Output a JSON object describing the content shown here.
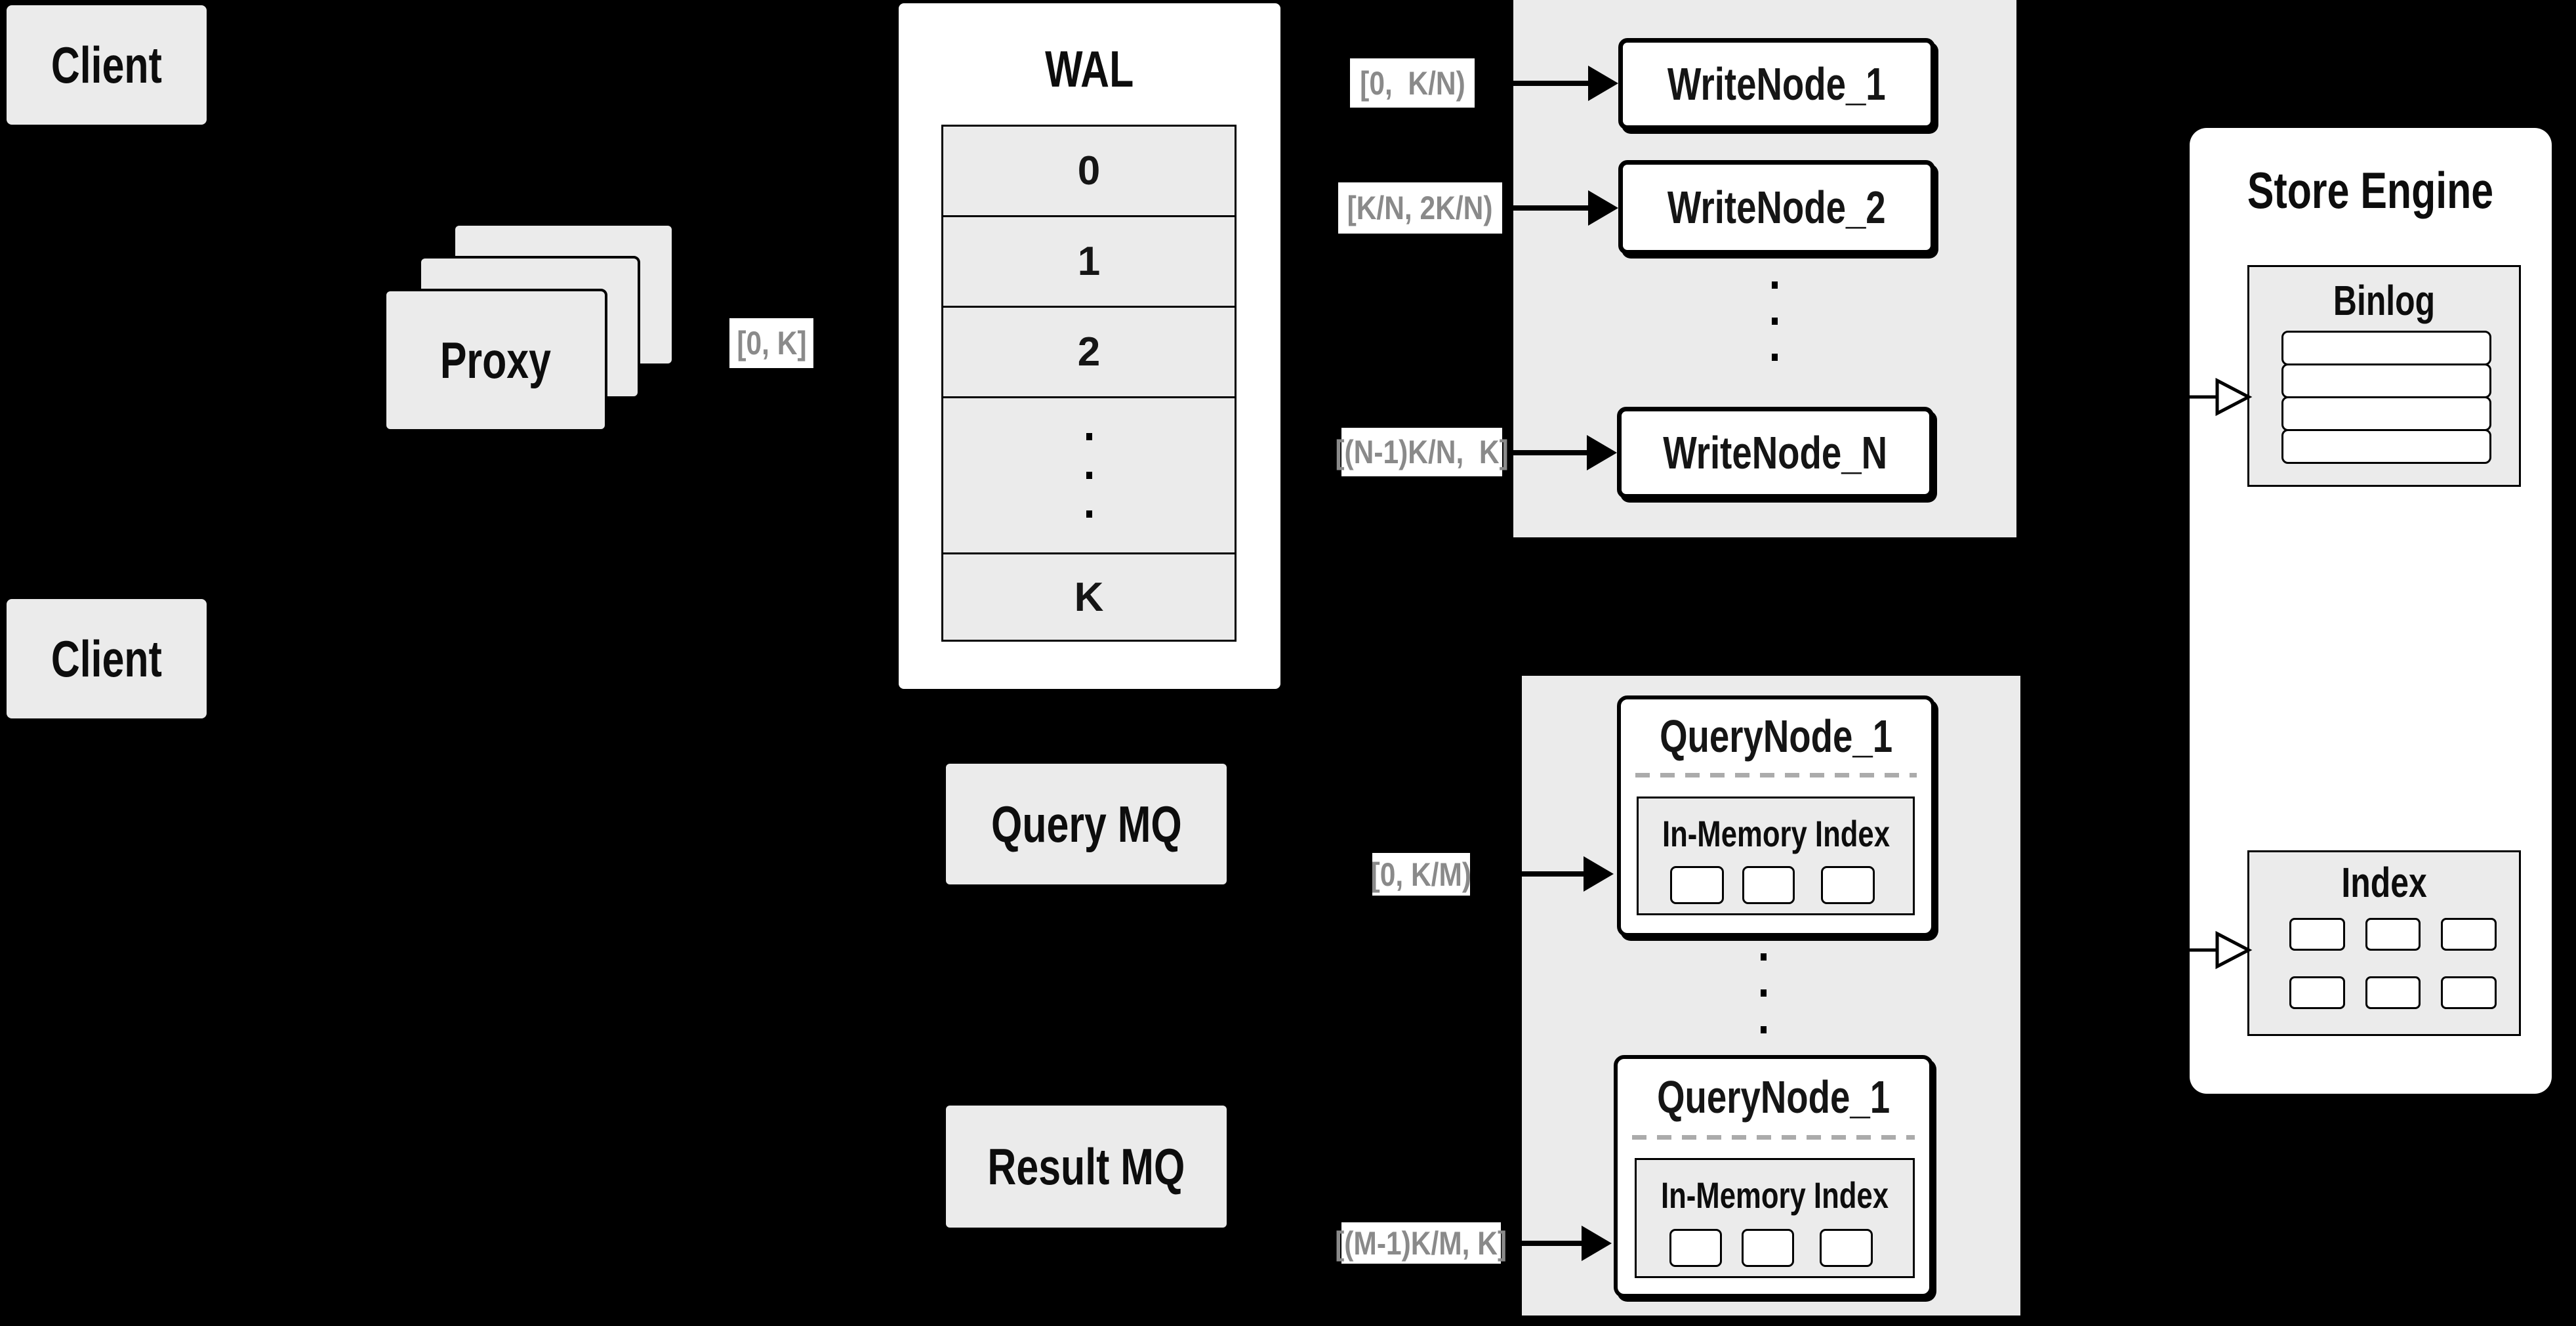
{
  "colors": {
    "background": "#000000",
    "panel_gray": "#ebebeb",
    "box_white": "#ffffff",
    "line_black": "#000000",
    "range_text_gray": "#8a8a8a",
    "dash_gray": "#ababab"
  },
  "clients": {
    "top_label": "Client",
    "bottom_label": "Client"
  },
  "proxy": {
    "label": "Proxy",
    "range_label": "[0, K]"
  },
  "wal": {
    "title": "WAL",
    "slots": [
      "0",
      "1",
      "2",
      "K"
    ]
  },
  "write_section": {
    "nodes": [
      {
        "label": "WriteNode_1",
        "range": "[0,  K/N)"
      },
      {
        "label": "WriteNode_2",
        "range": "[K/N, 2K/N)"
      },
      {
        "label": "WriteNode_N",
        "range": "[(N-1)K/N,  K]"
      }
    ]
  },
  "mq": {
    "query_label": "Query MQ",
    "result_label": "Result MQ"
  },
  "query_section": {
    "nodes": [
      {
        "label": "QueryNode_1",
        "inner_title": "In-Memory Index",
        "range": "[0, K/M)"
      },
      {
        "label": "QueryNode_1",
        "inner_title": "In-Memory Index",
        "range": "[(M-1)K/M, K]"
      }
    ]
  },
  "store_engine": {
    "title": "Store Engine",
    "binlog_title": "Binlog",
    "index_title": "Index"
  }
}
